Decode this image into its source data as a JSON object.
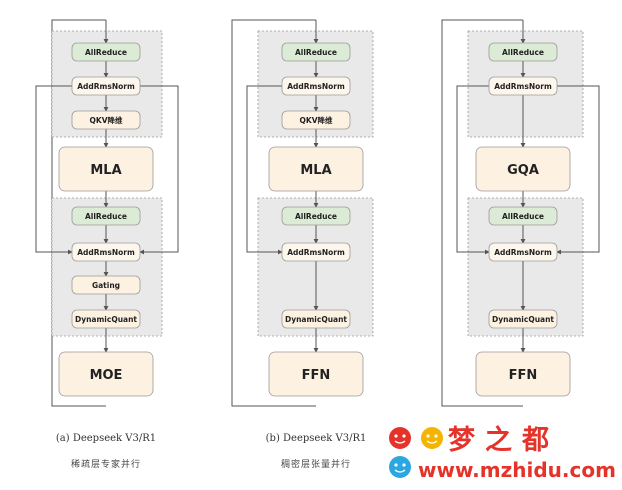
{
  "panels": [
    {
      "id": "a",
      "labels": {
        "allreduce1": "AllReduce",
        "addrmsnorm1": "AddRmsNorm",
        "qkv": "QKV降维",
        "attn": "MLA",
        "allreduce2": "AllReduce",
        "addrmsnorm2": "AddRmsNorm",
        "gating": "Gating",
        "dynquant": "DynamicQuant",
        "ffn": "MOE"
      },
      "caption": "(a) Deepseek V3/R1",
      "caption_zh": "稀疏层专家并行"
    },
    {
      "id": "b",
      "labels": {
        "allreduce1": "AllReduce",
        "addrmsnorm1": "AddRmsNorm",
        "qkv": "QKV降维",
        "attn": "MLA",
        "allreduce2": "AllReduce",
        "addrmsnorm2": "AddRmsNorm",
        "dynquant": "DynamicQuant",
        "ffn": "FFN"
      },
      "caption": "(b) Deepseek V3/R1",
      "caption_zh": "稠密层张量并行"
    },
    {
      "id": "c",
      "labels": {
        "allreduce1": "AllReduce",
        "addrmsnorm1": "AddRmsNorm",
        "attn": "GQA",
        "allreduce2": "AllReduce",
        "addrmsnorm2": "AddRmsNorm",
        "dynquant": "DynamicQuant",
        "ffn": "FFN"
      }
    }
  ],
  "watermark": {
    "title": "梦之都",
    "url": "www.mzhidu.com"
  },
  "colors": {
    "group_bg": "#e9e9e9",
    "allreduce_fill": "#dcebd6",
    "node_fill": "#fdf1e2",
    "watermark_text": "#e5332a"
  }
}
